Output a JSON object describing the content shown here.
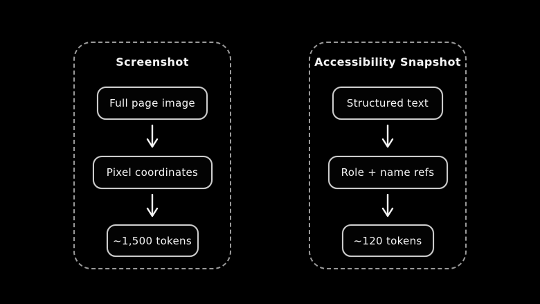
{
  "diagram": {
    "title_left": "Screenshot",
    "title_right": "Accessibility Snapshot",
    "columns": [
      {
        "title": "Screenshot",
        "steps": [
          "Full page image",
          "Pixel coordinates",
          "~1,500 tokens"
        ]
      },
      {
        "title": "Accessibility Snapshot",
        "steps": [
          "Structured text",
          "Role + name refs",
          "~120 tokens"
        ]
      }
    ],
    "icons": {
      "down_arrow": "↓"
    },
    "colors": {
      "background": "#000000",
      "panel-border": "#9a9a9a",
      "box-border": "#cccccc",
      "box-fill": "#030303",
      "text": "#f5f5f5"
    }
  }
}
